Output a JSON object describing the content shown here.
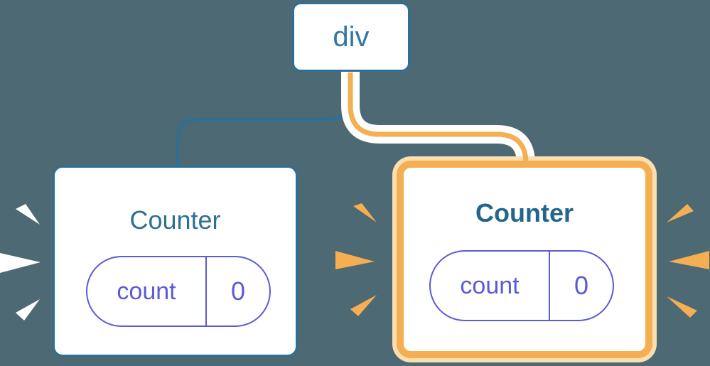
{
  "background_color": "#4D6973",
  "tree": {
    "root": {
      "label": "div"
    },
    "children": [
      {
        "id": "left-counter",
        "title": "Counter",
        "highlighted": false,
        "state": {
          "key": "count",
          "value": "0"
        },
        "burst_color": "#FFFFFF",
        "connector_color": "#2E6F97"
      },
      {
        "id": "right-counter",
        "title": "Counter",
        "highlighted": true,
        "state": {
          "key": "count",
          "value": "0"
        },
        "burst_color": "#F5AE52",
        "connector_color": "#F5AE52"
      }
    ]
  },
  "colors": {
    "blue_border": "#2E6F97",
    "blue_text": "#3178A6",
    "title_plain": "#2D7092",
    "title_highlight": "#25658B",
    "purple": "#5B5BD6",
    "orange": "#F5AE52",
    "orange_pale": "#FBDFB1",
    "white": "#FFFFFF"
  }
}
